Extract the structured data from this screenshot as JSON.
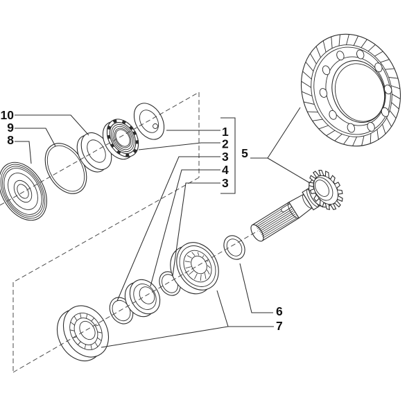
{
  "diagram": {
    "kind": "exploded-parts-diagram",
    "colors": {
      "line": "#2b2b2b",
      "dashed_line": "#4a4a4a",
      "background": "#ffffff",
      "label_text": "#111111"
    }
  },
  "callouts": [
    {
      "id": "item-1",
      "text": "1"
    },
    {
      "id": "item-2",
      "text": "2"
    },
    {
      "id": "item-3a",
      "text": "3"
    },
    {
      "id": "item-4",
      "text": "4"
    },
    {
      "id": "item-3b",
      "text": "3"
    },
    {
      "id": "item-5",
      "text": "5"
    },
    {
      "id": "item-6",
      "text": "6"
    },
    {
      "id": "item-7",
      "text": "7"
    },
    {
      "id": "item-8",
      "text": "8"
    },
    {
      "id": "item-9",
      "text": "9"
    },
    {
      "id": "item-10",
      "text": "10"
    }
  ]
}
